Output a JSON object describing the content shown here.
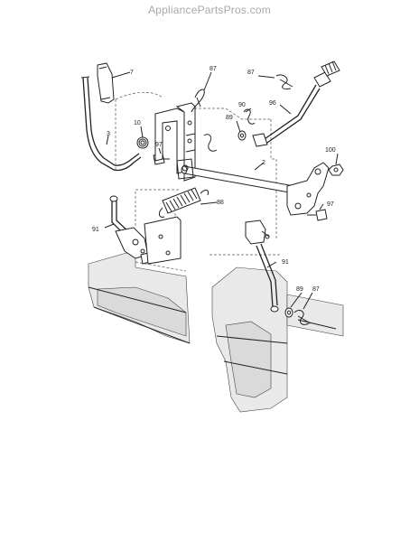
{
  "watermark": "AppliancePartsPros.com",
  "callouts": {
    "c7": "7",
    "c87a": "87",
    "c87b": "87",
    "c87c": "87",
    "c90": "90",
    "c96": "96",
    "c89a": "89",
    "c89b": "89",
    "c10": "10",
    "c3": "3",
    "c97a": "97",
    "c97b": "97",
    "c2": "2",
    "c100": "100",
    "c88": "88",
    "c91a": "91",
    "c91b": "91"
  }
}
